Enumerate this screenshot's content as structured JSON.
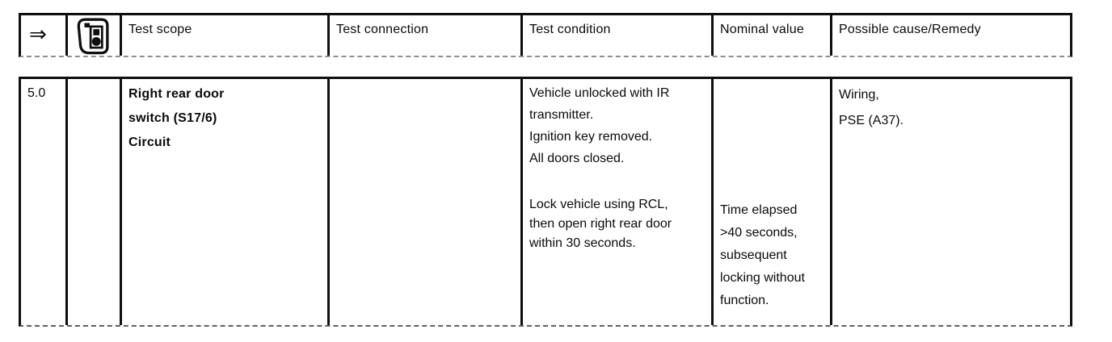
{
  "colors": {
    "ink": "#0f0f0f",
    "background": "#ffffff"
  },
  "header": {
    "arrow_symbol": "⇒",
    "icon": "handheld-tester-icon",
    "columns": [
      "Test scope",
      "Test connection",
      "Test condition",
      "Nominal value",
      "Possible cause/Remedy"
    ]
  },
  "row": {
    "step_number": "5.0",
    "test_scope_lines": [
      "Right rear door",
      "switch (S17/6)",
      "Circuit"
    ],
    "test_connection": "",
    "test_condition_para1": [
      "Vehicle unlocked with IR",
      "transmitter.",
      "Ignition key removed.",
      "All doors closed."
    ],
    "test_condition_para2": [
      "Lock vehicle using RCL,",
      "then open right rear door",
      "within 30 seconds."
    ],
    "nominal_value_lines": [
      "Time elapsed",
      ">40 seconds,",
      "subsequent",
      "locking without",
      "function."
    ],
    "possible_cause_lines": [
      "Wiring,",
      "PSE (A37)."
    ]
  }
}
